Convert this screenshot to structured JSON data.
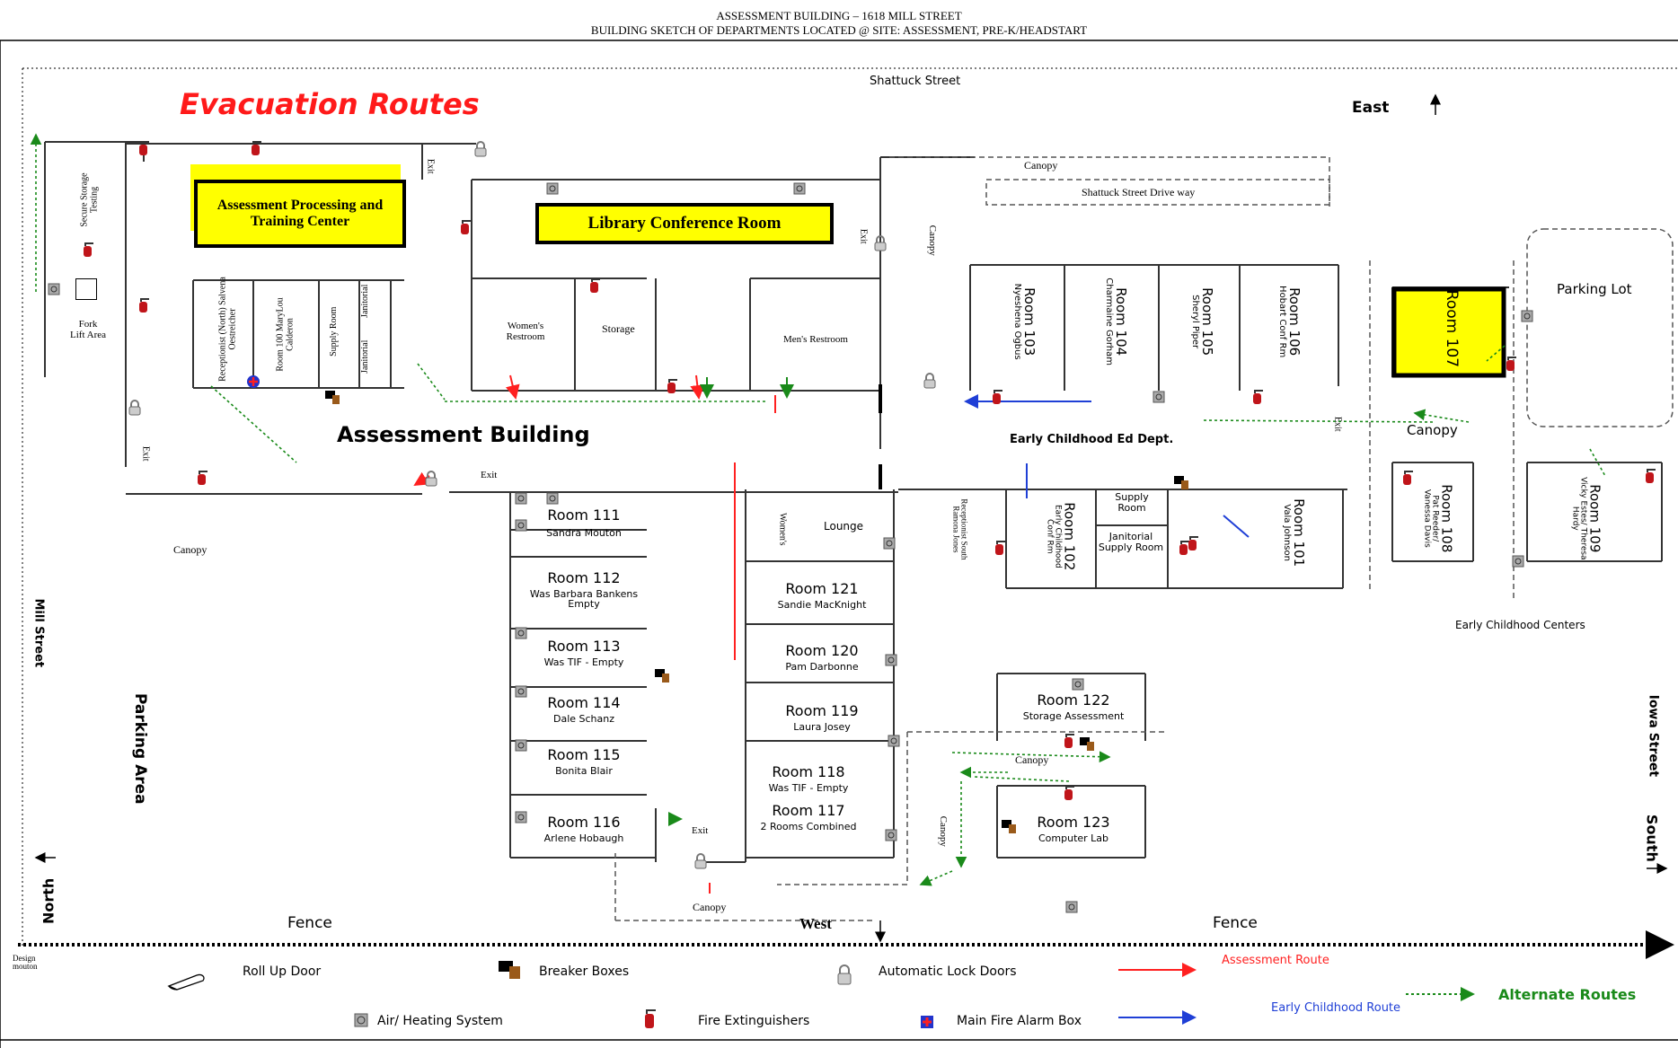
{
  "header": {
    "line1": "ASSESSMENT BUILDING – 1618 MILL STREET",
    "line2": "BUILDING SKETCH OF DEPARTMENTS LOCATED @ SITE: ASSESSMENT, PRE-K/HEADSTART"
  },
  "title": "Evacuation Routes",
  "building_name": "Assessment Building",
  "streets": {
    "top": "Shattuck Street",
    "left": "Mill Street",
    "right": "Iowa Street",
    "drive": "Shattuck Street Drive way"
  },
  "compass": {
    "east": "East",
    "west": "West",
    "north": "North",
    "south": "South"
  },
  "areas": {
    "processing": "Assessment Processing and Training Center",
    "library": "Library Conference Room",
    "parking_lot": "Parking Lot",
    "parking_area": "Parking Area",
    "fork_lift": "Fork Lift Area",
    "secure_storage": "Secure Storage Testing",
    "early_childhood_dept": "Early Childhood Ed Dept.",
    "early_childhood_centers": "Early Childhood Centers",
    "fence": "Fence",
    "canopy": "Canopy",
    "exit": "Exit"
  },
  "small_rooms": {
    "receptionist": "Receptionist (North) Salvena Oestreicher",
    "room100": "Room 100 MaryLou Calderon",
    "supply_room": "Supply Room",
    "janitorial": "Janitorial",
    "womens_restroom": "Women's Restroom",
    "storage": "Storage",
    "mens_restroom": "Men's Restroom",
    "womens": "Women's",
    "lounge": "Lounge",
    "receptionist_south": "Receptionist South Ramona Jones",
    "supply_room2": "Supply Room",
    "janitorial_supply": "Janitorial Supply Room"
  },
  "rooms": {
    "r101": {
      "name": "Room 101",
      "occ": "Vala Johnson"
    },
    "r102": {
      "name": "Room 102",
      "occ": "Early Childhood Conf Rm"
    },
    "r103": {
      "name": "Room 103",
      "occ": "Nyeshena Ogbus"
    },
    "r104": {
      "name": "Room 104",
      "occ": "Charmaine Gorham"
    },
    "r105": {
      "name": "Room 105",
      "occ": "Sheryl Piper"
    },
    "r106": {
      "name": "Room 106",
      "occ": "Hobart Conf Rm"
    },
    "r107": {
      "name": "Room 107"
    },
    "r108": {
      "name": "Room 108",
      "occ": "Pat Reeder/ Vanessa Davis"
    },
    "r109": {
      "name": "Room 109",
      "occ": "Vicky Estes/ Theresa Hardy"
    },
    "r111": {
      "name": "Room 111",
      "occ": "Sandra Mouton"
    },
    "r112": {
      "name": "Room 112",
      "occ": "Was Barbara  Bankens",
      "occ2": "Empty"
    },
    "r113": {
      "name": "Room 113",
      "occ": "Was TIF - Empty"
    },
    "r114": {
      "name": "Room 114",
      "occ": "Dale Schanz"
    },
    "r115": {
      "name": "Room 115",
      "occ": "Bonita Blair"
    },
    "r116": {
      "name": "Room 116",
      "occ": "Arlene Hobaugh"
    },
    "r117": {
      "name": "Room 117",
      "occ": "2 Rooms Combined"
    },
    "r118": {
      "name": "Room 118",
      "occ": "Was TIF - Empty"
    },
    "r119": {
      "name": "Room 119",
      "occ": "Laura Josey"
    },
    "r120": {
      "name": "Room 120",
      "occ": "Pam Darbonne"
    },
    "r121": {
      "name": "Room 121",
      "occ": "Sandie MacKnight"
    },
    "r122": {
      "name": "Room 122",
      "occ": "Storage Assessment"
    },
    "r123": {
      "name": "Room 123",
      "occ": "Computer Lab"
    }
  },
  "legend": {
    "roll_up": "Roll Up Door",
    "breaker": "Breaker Boxes",
    "auto_lock": "Automatic Lock Doors",
    "assessment_route": "Assessment Route",
    "air_heat": "Air/ Heating System",
    "fire_ext": "Fire Extinguishers",
    "alarm": "Main Fire Alarm Box",
    "early_route": "Early Childhood Route",
    "alternate": "Alternate Routes",
    "design_credit": "Design mouton"
  },
  "colors": {
    "assessment_route": "#ff2020",
    "early_childhood_route": "#1f3fd6",
    "alternate_route": "#1a8a1a",
    "highlight": "#ffff00"
  }
}
